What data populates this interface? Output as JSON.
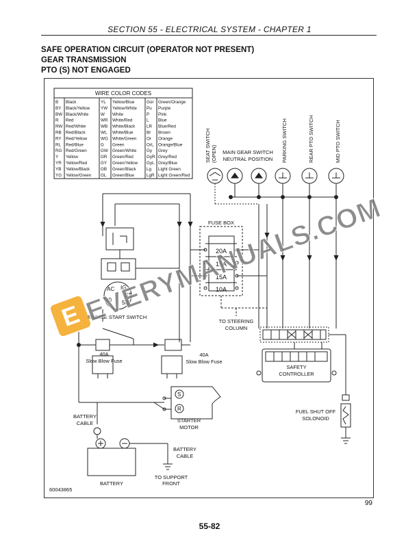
{
  "header": {
    "section_title": "SECTION 55 - ELECTRICAL SYSTEM - CHAPTER 1"
  },
  "headings": [
    "SAFE OPERATION CIRCUIT (OPERATOR NOT PRESENT)",
    "GEAR TRANSMISSION",
    "PTO (S) NOT ENGAGED"
  ],
  "wire_table": {
    "title": "WIRE COLOR CODES",
    "rows": [
      [
        "B",
        "Black",
        "YL",
        "Yellow/Blue",
        "Gor",
        "Green/Orange"
      ],
      [
        "BY",
        "Black/Yellow",
        "YW",
        "Yellow/White",
        "Pu",
        "Purple"
      ],
      [
        "BW",
        "Black/White",
        "W",
        "White",
        "P",
        "Pink"
      ],
      [
        "R",
        "Red",
        "WR",
        "White/Red",
        "L",
        "Blue"
      ],
      [
        "RW",
        "Red/White",
        "WB",
        "White/Black",
        "LR",
        "Blue/Red"
      ],
      [
        "RB",
        "Red/Black",
        "WL",
        "White/Blue",
        "Br",
        "Brown"
      ],
      [
        "RY",
        "Red/Yellow",
        "WG",
        "White/Green",
        "Or",
        "Orange"
      ],
      [
        "RL",
        "Red/Blue",
        "G",
        "Green",
        "OrL",
        "Orange/Blue"
      ],
      [
        "RG",
        "Red/Green",
        "GW",
        "Green/White",
        "Gy",
        "Grey"
      ],
      [
        "Y",
        "Yellow",
        "GR",
        "Green/Red",
        "GyR",
        "Grey/Red"
      ],
      [
        "YR",
        "Yellow/Red",
        "GY",
        "Green/Yellow",
        "GyL",
        "Grey/Blue"
      ],
      [
        "YB",
        "Yellow/Black",
        "GB",
        "Green/Black",
        "Lg",
        "Light Green"
      ],
      [
        "YG",
        "Yellow/Green",
        "GL",
        "Green/Blue",
        "LgR",
        "Light Green/Red"
      ]
    ]
  },
  "switches": {
    "seat": [
      "SEAT SWITCH",
      "(OPEN)"
    ],
    "main_gear": [
      "MAIN GEAR SWITCH",
      "NEUTRAL POSITION"
    ],
    "parking": "PARKING SWITCH",
    "rear_pto": "REAR PTO SWITCH",
    "mid_pto": "MID PTO SWITCH"
  },
  "fuse_box": {
    "label": "FUSE BOX",
    "fuses": [
      "20A",
      "15A",
      "15A",
      "10A"
    ]
  },
  "labels": {
    "engine_start_switch": "ENGINE START SWITCH",
    "ac": "AC",
    "ig": "IG",
    "st": "ST",
    "b30": "30",
    "b50": "50",
    "to_steering": [
      "TO STEERING",
      "COLUMN"
    ],
    "slow_fuse_1": [
      "40A",
      "Slow Blow Fuse"
    ],
    "slow_fuse_2": [
      "40A",
      "Slow Blow Fuse"
    ],
    "safety_controller": [
      "SAFETY",
      "CONTROLLER"
    ],
    "starter_motor": [
      "STARTER",
      "MOTOR"
    ],
    "starter_s": "S",
    "starter_r": "R",
    "battery_cable_1": [
      "BATTERY",
      "CABLE"
    ],
    "battery_cable_2": [
      "BATTERY",
      "CABLE"
    ],
    "battery": "BATTERY",
    "to_support": [
      "TO SUPPORT",
      "FRONT"
    ],
    "fuel_shutoff": [
      "FUEL SHUT OFF",
      "SOLONOID"
    ],
    "figure_id": "60043865"
  },
  "watermark": {
    "text": "EVERYMANUALS.COM",
    "logo_letter": "E"
  },
  "page_note": "99",
  "page_number": "55-82",
  "colors": {
    "watermark_dark": "#7a7a7a",
    "logo_orange": "#f4a51c"
  }
}
